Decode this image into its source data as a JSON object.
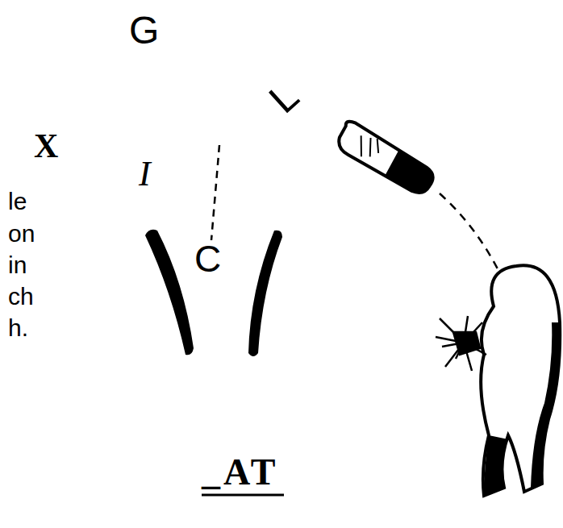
{
  "diagram": {
    "labels": [
      "X",
      "G",
      "L",
      "I",
      "C",
      "_AT",
      "le",
      "on",
      "in",
      "ch",
      "h."
    ]
  }
}
